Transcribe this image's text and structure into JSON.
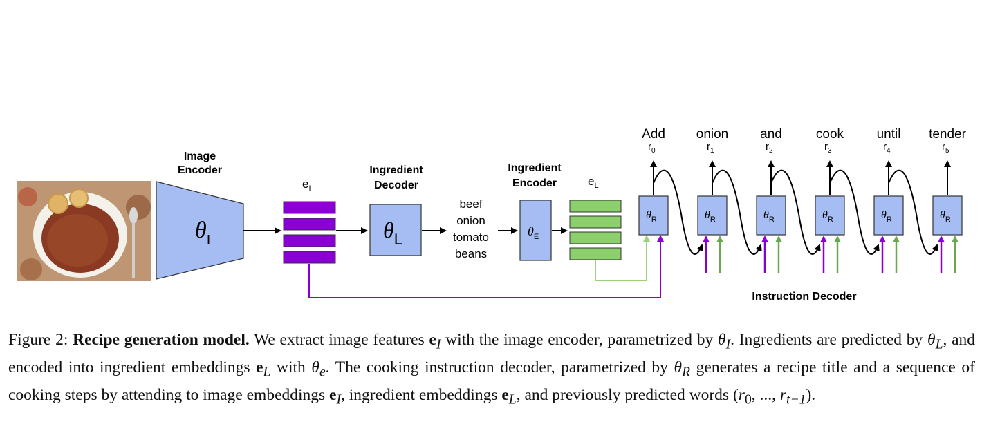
{
  "figure": {
    "image_alt": "bowl of chili with crackers and spoon",
    "image_encoder": {
      "title_line1": "Image",
      "title_line2": "Encoder",
      "symbol": "θ",
      "subscript": "I"
    },
    "image_embedding": {
      "label": "e",
      "subscript": "I",
      "color": "#8a00d4"
    },
    "ingredient_decoder": {
      "title_line1": "Ingredient",
      "title_line2": "Decoder",
      "symbol": "θ",
      "subscript": "L"
    },
    "ingredients_list": [
      "beef",
      "onion",
      "tomato",
      "beans"
    ],
    "ingredient_encoder": {
      "title_line1": "Ingredient",
      "title_line2": "Encoder",
      "symbol": "θ",
      "subscript": "E"
    },
    "ingredient_embedding": {
      "label": "e",
      "subscript": "L",
      "color": "#8ccf6d"
    },
    "instruction_decoder": {
      "title": "Instruction Decoder",
      "block_symbol": "θ",
      "block_subscript": "R",
      "steps": [
        {
          "word": "Add",
          "r": "r",
          "idx": "0"
        },
        {
          "word": "onion",
          "r": "r",
          "idx": "1"
        },
        {
          "word": "and",
          "r": "r",
          "idx": "2"
        },
        {
          "word": "cook",
          "r": "r",
          "idx": "3"
        },
        {
          "word": "until",
          "r": "r",
          "idx": "4"
        },
        {
          "word": "tender",
          "r": "r",
          "idx": "5"
        }
      ]
    },
    "colors": {
      "block_fill": "#a6bdf3",
      "purple": "#8a00d4",
      "green": "#6aa84f",
      "light_green": "#9bd07c"
    }
  },
  "caption": {
    "fig_label": "Figure 2:",
    "bold_title": "Recipe generation model.",
    "text1": " We extract image features ",
    "sym_eI": "e",
    "sub_I": "I",
    "text2": " with the image encoder, parametrized by ",
    "sym_theta": "θ",
    "text3": ". Ingredients are predicted by ",
    "sub_L": "L",
    "text4": ", and encoded into ingredient embeddings ",
    "text5": " with ",
    "sub_e": "e",
    "text6": ". The cooking instruction decoder, parametrized by ",
    "sub_R": "R",
    "text7": " generates a recipe title and a sequence of cooking steps by attending to image embeddings ",
    "text8": ", ingredient embeddings ",
    "text9": ", and previously predicted words (",
    "seq": "r",
    "seq_sub0": "0",
    "seq_mid": ", ..., ",
    "seq_sub_t": "t−1",
    "text10": ")."
  }
}
